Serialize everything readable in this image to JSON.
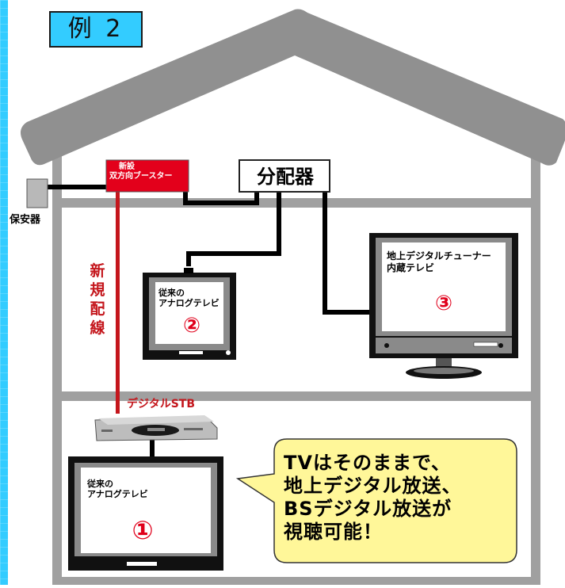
{
  "title": "例 2",
  "labels": {
    "protector": "保安器",
    "booster": [
      "新設",
      "双方向ブースター"
    ],
    "splitter": "分配器",
    "new_wiring": "新規配線",
    "stb": "デジタルSTB"
  },
  "tvs": {
    "tv1": {
      "text": [
        "従来の",
        "アナログテレビ"
      ],
      "number": "①"
    },
    "tv2": {
      "text": [
        "従来の",
        "アナログテレビ"
      ],
      "number": "②"
    },
    "tv3": {
      "text": [
        "地上デジタルチューナー",
        "内蔵テレビ"
      ],
      "number": "③"
    }
  },
  "callout": [
    "TVはそのままで、",
    "地上デジタル放送、",
    "BSデジタル放送が",
    "視聴可能！"
  ],
  "colors": {
    "grid_bg": "#33ccff",
    "roof": "#909090",
    "house_wall": "#a0a0a0",
    "booster": "#e3001b",
    "new_wire": "#c4161c",
    "callout_fill": "#fff799",
    "number_red": "#e0001b"
  }
}
